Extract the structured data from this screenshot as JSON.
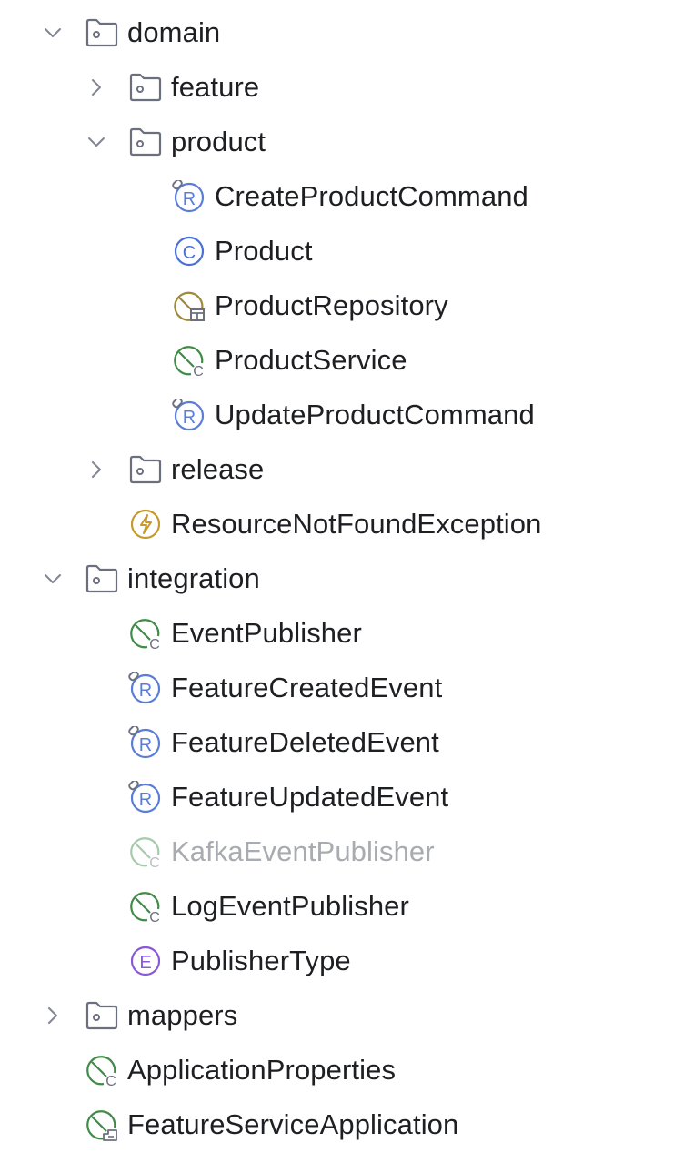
{
  "tree": {
    "domain": {
      "label": "domain",
      "state": "expanded",
      "icon": "package-folder-icon"
    },
    "feature": {
      "label": "feature",
      "state": "collapsed",
      "icon": "package-folder-icon"
    },
    "product": {
      "label": "product",
      "state": "expanded",
      "icon": "package-folder-icon"
    },
    "create_product_command": {
      "label": "CreateProductCommand",
      "icon": "record-icon"
    },
    "product_class": {
      "label": "Product",
      "icon": "class-icon"
    },
    "product_repository": {
      "label": "ProductRepository",
      "icon": "spring-repository-icon"
    },
    "product_service": {
      "label": "ProductService",
      "icon": "spring-component-icon"
    },
    "update_product_command": {
      "label": "UpdateProductCommand",
      "icon": "record-icon"
    },
    "release": {
      "label": "release",
      "state": "collapsed",
      "icon": "package-folder-icon"
    },
    "resource_not_found": {
      "label": "ResourceNotFoundException",
      "icon": "exception-icon"
    },
    "integration": {
      "label": "integration",
      "state": "expanded",
      "icon": "package-folder-icon"
    },
    "event_publisher": {
      "label": "EventPublisher",
      "icon": "spring-component-icon"
    },
    "feature_created_event": {
      "label": "FeatureCreatedEvent",
      "icon": "record-icon"
    },
    "feature_deleted_event": {
      "label": "FeatureDeletedEvent",
      "icon": "record-icon"
    },
    "feature_updated_event": {
      "label": "FeatureUpdatedEvent",
      "icon": "record-icon"
    },
    "kafka_event_publisher": {
      "label": "KafkaEventPublisher",
      "icon": "spring-component-icon",
      "disabled": true
    },
    "log_event_publisher": {
      "label": "LogEventPublisher",
      "icon": "spring-component-icon"
    },
    "publisher_type": {
      "label": "PublisherType",
      "icon": "enum-icon"
    },
    "mappers": {
      "label": "mappers",
      "state": "collapsed",
      "icon": "package-folder-icon"
    },
    "application_properties": {
      "label": "ApplicationProperties",
      "icon": "spring-component-icon"
    },
    "feature_service_app": {
      "label": "FeatureServiceApplication",
      "icon": "spring-boot-app-icon"
    }
  },
  "colors": {
    "text": "#1e1f22",
    "text_disabled": "#a8abb0",
    "folder": "#6c707e",
    "chevron": "#818594",
    "record": "#5a7ed8",
    "class": "#4a6fd6",
    "spring": "#3e8c45",
    "repository": "#9e8a3a",
    "exception": "#c49a2e",
    "enum": "#8a58d6"
  }
}
